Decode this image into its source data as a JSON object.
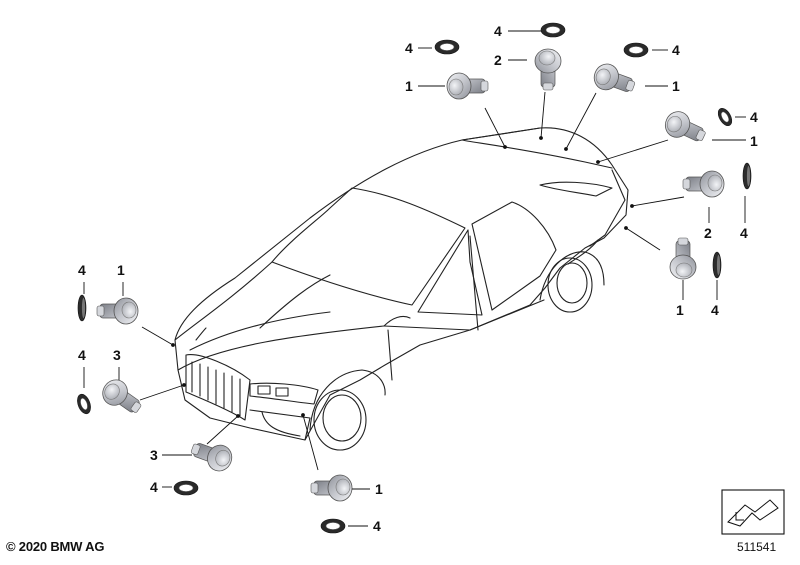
{
  "copyright": "© 2020 BMW AG",
  "diagram_id": "511541",
  "icon": "pdc-sensor-icon",
  "part_labels": {
    "sensor": "1",
    "sensor_alt": "2",
    "sensor_angled": "3",
    "gasket": "4"
  }
}
